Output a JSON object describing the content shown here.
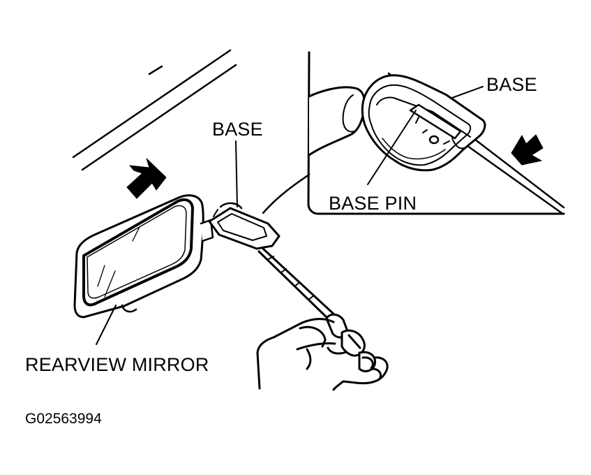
{
  "labels": {
    "base_center": "BASE",
    "base_inset": "BASE",
    "base_pin": "BASE PIN",
    "rearview_mirror": "REARVIEW MIRROR"
  },
  "figure_id": "G02563994",
  "colors": {
    "ink": "#000000",
    "background": "#ffffff"
  }
}
